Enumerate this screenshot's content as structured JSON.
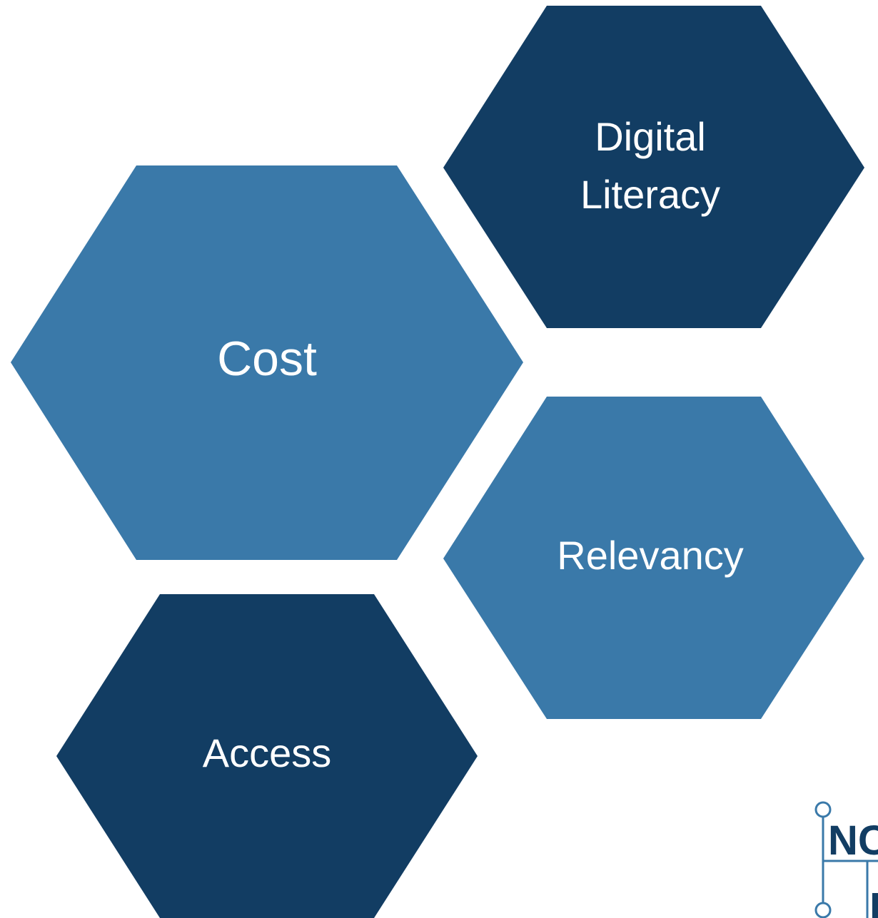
{
  "colors": {
    "dark_blue": "#123d63",
    "medium_blue": "#3a79a9",
    "text": "#ffffff",
    "background": "#ffffff"
  },
  "hexagons": [
    {
      "id": "digital-literacy",
      "lines": [
        "Digital",
        "Literacy"
      ],
      "fill": "dark_blue"
    },
    {
      "id": "cost",
      "lines": [
        "Cost"
      ],
      "fill": "medium_blue"
    },
    {
      "id": "relevancy",
      "lines": [
        "Relevancy"
      ],
      "fill": "medium_blue"
    },
    {
      "id": "access",
      "lines": [
        "Access"
      ],
      "fill": "dark_blue"
    }
  ],
  "logo": {
    "icon": "circuit-node-logo-icon",
    "text_fragment": "NC",
    "colors": {
      "line": "#3a79a9",
      "letter": "#123d63"
    }
  }
}
